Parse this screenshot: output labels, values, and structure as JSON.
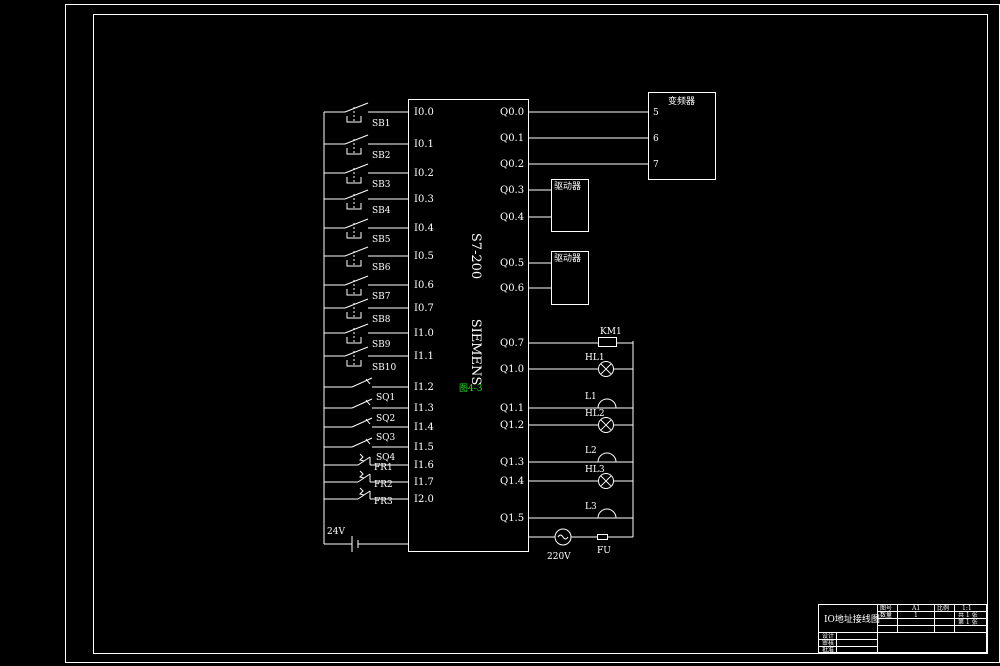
{
  "colors": {
    "background": "#000000",
    "line": "#ffffff",
    "highlight": "#22dd22"
  },
  "plc": {
    "brand": "SIEMENS",
    "model": "S7-200",
    "tag": "图4-3"
  },
  "inputs": [
    {
      "pin": "I0.0",
      "device": "SB1",
      "kind": "button"
    },
    {
      "pin": "I0.1",
      "device": "SB2",
      "kind": "button"
    },
    {
      "pin": "I0.2",
      "device": "SB3",
      "kind": "button"
    },
    {
      "pin": "I0.3",
      "device": "SB4",
      "kind": "button"
    },
    {
      "pin": "I0.4",
      "device": "SB5",
      "kind": "button"
    },
    {
      "pin": "I0.5",
      "device": "SB6",
      "kind": "button"
    },
    {
      "pin": "I0.6",
      "device": "SB7",
      "kind": "button"
    },
    {
      "pin": "I0.7",
      "device": "SB8",
      "kind": "button"
    },
    {
      "pin": "I1.0",
      "device": "SB9",
      "kind": "button"
    },
    {
      "pin": "I1.1",
      "device": "SB10",
      "kind": "button"
    },
    {
      "pin": "I1.2",
      "device": "SQ1",
      "kind": "limit"
    },
    {
      "pin": "I1.3",
      "device": "SQ2",
      "kind": "limit"
    },
    {
      "pin": "I1.4",
      "device": "SQ3",
      "kind": "limit"
    },
    {
      "pin": "I1.5",
      "device": "SQ4",
      "kind": "limit"
    },
    {
      "pin": "I1.6",
      "device": "FR1",
      "kind": "thermal"
    },
    {
      "pin": "I1.7",
      "device": "FR2",
      "kind": "thermal"
    },
    {
      "pin": "I2.0",
      "device": "FR3",
      "kind": "thermal"
    }
  ],
  "input_supply": "24V",
  "outputs": {
    "inverter": {
      "label": "变频器",
      "terminals": [
        "5",
        "6",
        "7"
      ],
      "pins": [
        "Q0.0",
        "Q0.1",
        "Q0.2"
      ]
    },
    "drivers": [
      {
        "label": "驱动器",
        "pins": [
          "Q0.3",
          "Q0.4"
        ]
      },
      {
        "label": "驱动器",
        "pins": [
          "Q0.5",
          "Q0.6"
        ]
      }
    ],
    "loads": [
      {
        "pin": "Q0.7",
        "device": "KM1",
        "kind": "coil"
      },
      {
        "pin": "Q1.0",
        "device": "HL1",
        "kind": "lamp"
      },
      {
        "pin": "Q1.1",
        "device": "L1",
        "kind": "bell"
      },
      {
        "pin": "Q1.2",
        "device": "HL2",
        "kind": "lamp"
      },
      {
        "pin": "Q1.3",
        "device": "L2",
        "kind": "bell"
      },
      {
        "pin": "Q1.4",
        "device": "HL3",
        "kind": "lamp"
      },
      {
        "pin": "Q1.5",
        "device": "L3",
        "kind": "bell"
      }
    ],
    "supply": "220V",
    "fuse": "FU"
  },
  "title_block": {
    "title": "IO地址接线图",
    "r1": [
      "图号",
      "A1",
      "比例",
      "1:1"
    ],
    "r2": [
      "数量",
      "1",
      "",
      "共 1 张"
    ],
    "r3": [
      "",
      "",
      "",
      "第 1 张"
    ],
    "roles": [
      "设计",
      "审核",
      "批准"
    ]
  }
}
